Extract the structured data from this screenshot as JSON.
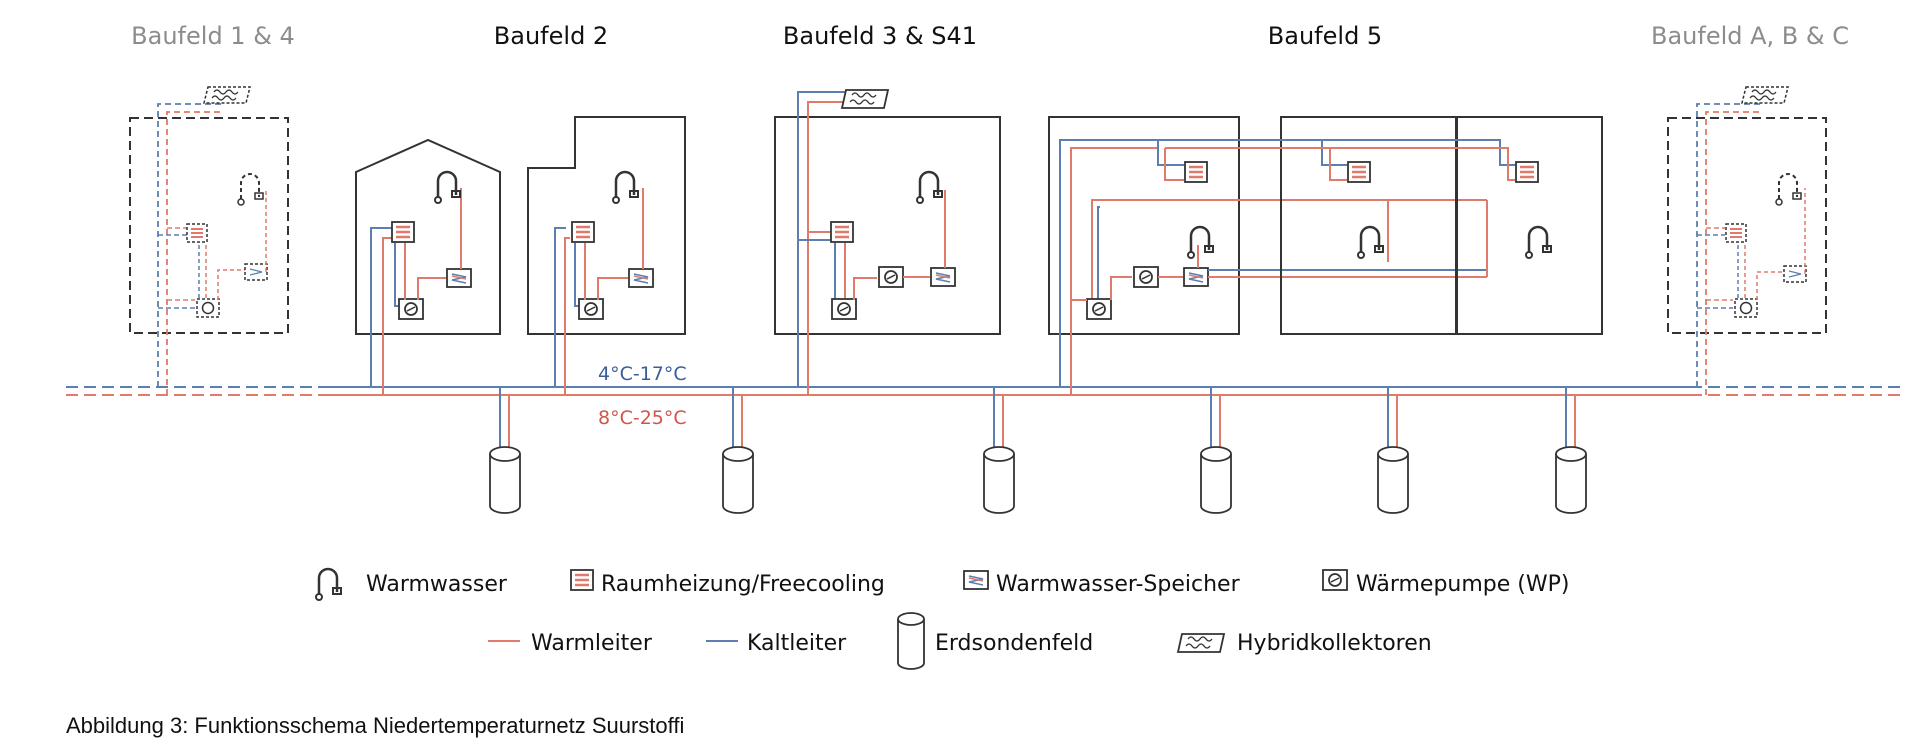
{
  "colors": {
    "warm": "#e07a6a",
    "cold": "#5b7fb0",
    "outline": "#333333",
    "faded_title": "#8c8c8c",
    "temp_cold": "#3a5e9a",
    "temp_warm": "#d0554a"
  },
  "fields": [
    {
      "title": "Baufeld 1 & 4",
      "faded": true
    },
    {
      "title": "Baufeld 2",
      "faded": false
    },
    {
      "title": "Baufeld 3 & S41",
      "faded": false
    },
    {
      "title": "Baufeld 5",
      "faded": false
    },
    {
      "title": "Baufeld A, B & C",
      "faded": true
    }
  ],
  "temps": {
    "cold": "4°C-17°C",
    "warm": "8°C-25°C"
  },
  "legend": {
    "warmwasser": "Warmwasser",
    "raumheizung": "Raumheizung/Freecooling",
    "speicher": "Warmwasser-Speicher",
    "waermepumpe": "Wärmepumpe (WP)",
    "warmleiter": "Warmleiter",
    "kaltleiter": "Kaltleiter",
    "erdsonden": "Erdsondenfeld",
    "hybrid": "Hybridkollektoren"
  },
  "icons": {
    "warmwasser": "faucet-icon",
    "raumheizung": "radiator-icon",
    "speicher": "storage-tank-icon",
    "waermepumpe": "heat-pump-icon",
    "erdsonden": "borehole-icon",
    "hybrid": "solar-collector-icon"
  },
  "caption": "Abbildung 3: Funktionsschema Niedertemperaturnetz Suurstoffi"
}
